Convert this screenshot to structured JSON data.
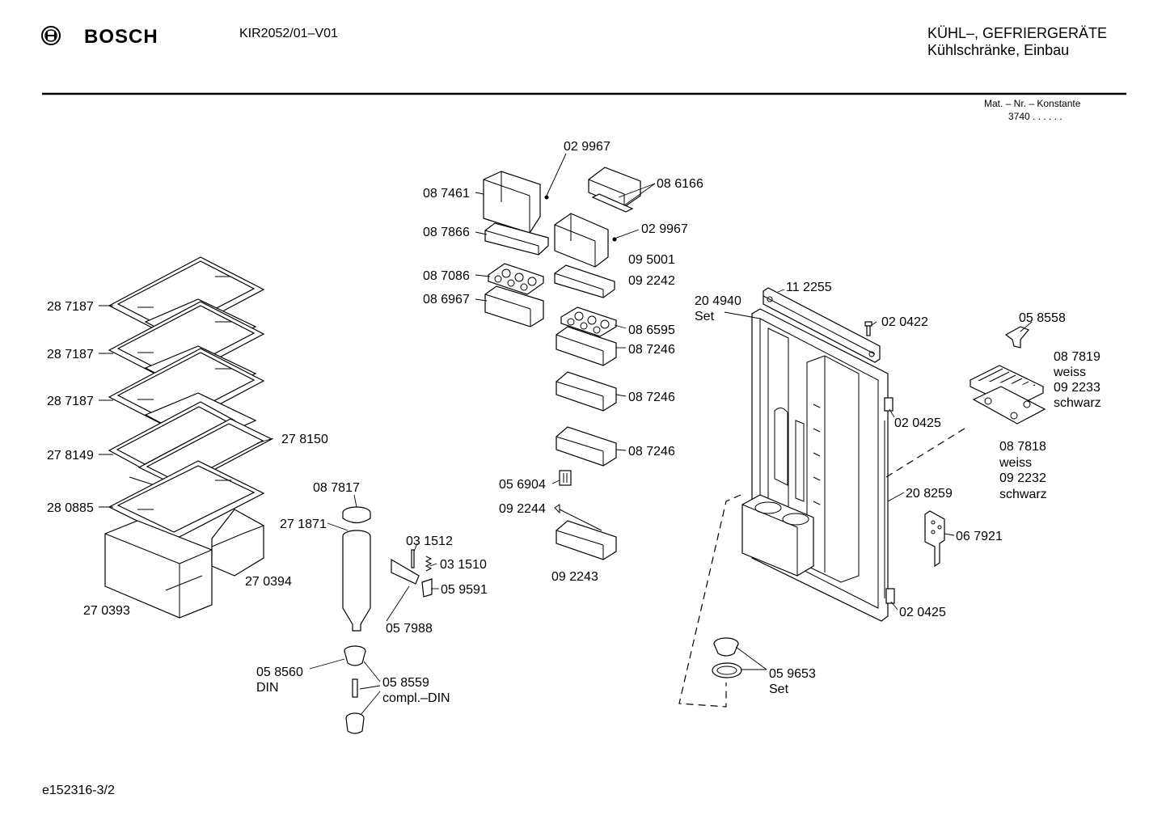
{
  "header": {
    "brand": "BOSCH",
    "model": "KIR2052/01–V01",
    "category_line1": "KÜHL–, GEFRIERGERÄTE",
    "category_line2": "Kühlschränke, Einbau",
    "mat_label": "Mat. – Nr. – Konstante",
    "mat_value": "3740  .  .    .  .  .  ."
  },
  "footer": {
    "doc_id": "e152316-3/2"
  },
  "icons": {
    "logo": "bosch-armature-logo-icon"
  },
  "parts": {
    "p287187a": "28 7187",
    "p287187b": "28 7187",
    "p287187c": "28 7187",
    "p278149": "27 8149",
    "p278150": "27 8150",
    "p280885": "28 0885",
    "p270393": "27 0393",
    "p270394": "27 0394",
    "p087817": "08 7817",
    "p271871": "27 1871",
    "p031512": "03 1512",
    "p031510": "03 1510",
    "p059591": "05 9591",
    "p057988": "05 7988",
    "p058560": "05 8560",
    "din": "DIN",
    "p058559": "05 8559",
    "compl_din": "compl.–DIN",
    "p029967a": "02 9967",
    "p087461": "08 7461",
    "p086166": "08 6166",
    "p087866": "08 7866",
    "p029967b": "02 9967",
    "p095001": "09 5001",
    "p087086": "08 7086",
    "p092242": "09 2242",
    "p086967": "08 6967",
    "p086595": "08 6595",
    "p087246a": "08 7246",
    "p087246b": "08 7246",
    "p087246c": "08 7246",
    "p056904": "05 6904",
    "p092244": "09 2244",
    "p092243": "09 2243",
    "p112255": "11 2255",
    "p204940": "20 4940",
    "set_a": "Set",
    "p020422": "02 0422",
    "p058558": "05 8558",
    "p087819": "08 7819",
    "weiss_a": "weiss",
    "p092233": "09 2233",
    "schwarz_a": "schwarz",
    "p020425a": "02 0425",
    "p087818": "08 7818",
    "weiss_b": "weiss",
    "p092232": "09 2232",
    "schwarz_b": "schwarz",
    "p208259": "20 8259",
    "p067921": "06 7921",
    "p020425b": "02 0425",
    "p059653": "05 9653",
    "set_b": "Set"
  }
}
